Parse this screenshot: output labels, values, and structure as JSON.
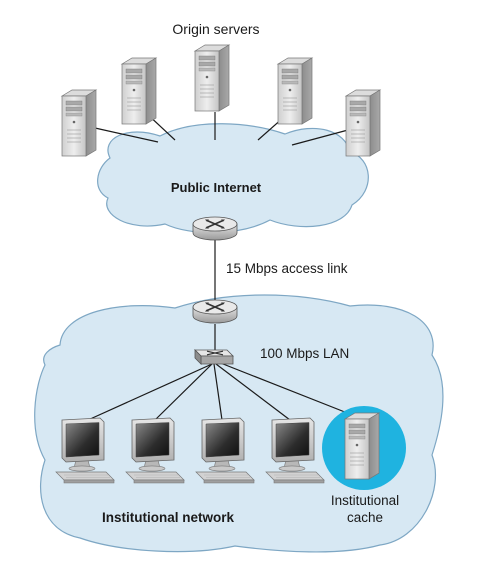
{
  "labels": {
    "origin_servers": "Origin servers",
    "public_internet": "Public Internet",
    "access_link": "15 Mbps access link",
    "lan": "100 Mbps LAN",
    "institutional_network": "Institutional network",
    "cache_line1": "Institutional",
    "cache_line2": "cache"
  },
  "colors": {
    "cloud_fill": "#d7e8f3",
    "cloud_stroke": "#7ea7c4",
    "cache_highlight": "#1fb3e0",
    "link": "#1a1a1a"
  },
  "icons": {
    "server": "server-tower-icon",
    "router": "router-icon",
    "switch": "switch-icon",
    "host": "desktop-computer-icon"
  }
}
